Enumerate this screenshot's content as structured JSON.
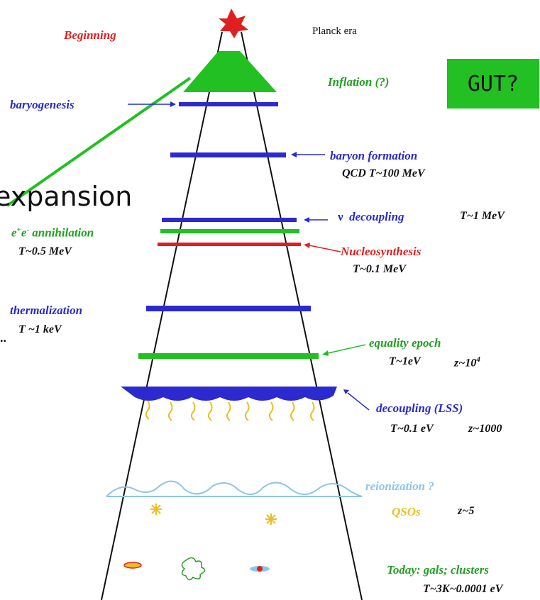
{
  "diagram": {
    "top": {
      "beginning": "Beginning",
      "planck": "Planck era"
    },
    "gut": "GUT?",
    "inflation": "Inflation (?)",
    "expansion": "expansion",
    "ellipsis": "..",
    "left": {
      "baryogenesis": "baryogenesis",
      "annihilation_prefix": "e",
      "annihilation_sup1": "+",
      "annihilation_mid": "e",
      "annihilation_sup2": "-",
      "annihilation_suffix": " annihilation",
      "annihilation_temp": "T~0.5 MeV",
      "thermalization": "thermalization",
      "thermalization_temp": "T ~1 keV"
    },
    "right": {
      "baryon_formation": "baryon formation",
      "qcd": "QCD  T~100 MeV",
      "nu_decoupling_symbol": "ν",
      "nu_decoupling": "decoupling",
      "nu_temp": "T~1 MeV",
      "nucleosynthesis": "Nucleosynthesis",
      "nucleosynthesis_temp": "T~0.1 MeV",
      "equality": "equality epoch",
      "equality_temp": "T~1eV",
      "equality_z": "z~10",
      "equality_z_sup": "4",
      "decoupling_lss": "decoupling (LSS)",
      "decoupling_temp": "T~0.1 eV",
      "decoupling_z": "z~1000",
      "reionization": "reionization ?",
      "qsos": "QSOs",
      "qsos_z": "z~5",
      "today": "Today: gals; clusters",
      "today_temp": "T~3K~0.0001 eV"
    },
    "colors": {
      "blue": "#2a2ad0",
      "green": "#22c022",
      "red": "#e02020",
      "lightblue": "#8ec4ec",
      "yellow": "#e8c020"
    }
  }
}
